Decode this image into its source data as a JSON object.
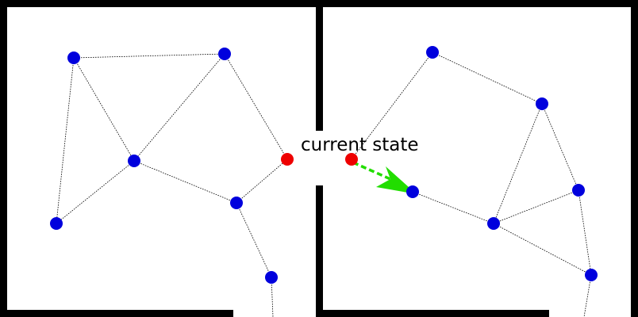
{
  "labels": {
    "current_state": "current state"
  },
  "colors": {
    "node": "#0000dd",
    "current_node": "#ee0000",
    "edge": "#000000",
    "wall": "#000000",
    "arrow": "#22dd00",
    "background": "#ffffff"
  },
  "graph": {
    "current_nodes": [
      "cl",
      "cr"
    ],
    "nodes": [
      {
        "id": "a",
        "kind": "normal"
      },
      {
        "id": "b",
        "kind": "normal"
      },
      {
        "id": "c",
        "kind": "normal"
      },
      {
        "id": "d",
        "kind": "normal"
      },
      {
        "id": "e",
        "kind": "normal"
      },
      {
        "id": "f",
        "kind": "normal"
      },
      {
        "id": "cl",
        "kind": "current"
      },
      {
        "id": "g",
        "kind": "normal"
      },
      {
        "id": "h",
        "kind": "normal"
      },
      {
        "id": "i",
        "kind": "normal"
      },
      {
        "id": "j",
        "kind": "normal"
      },
      {
        "id": "k",
        "kind": "normal"
      },
      {
        "id": "l",
        "kind": "normal"
      },
      {
        "id": "cr",
        "kind": "current"
      }
    ],
    "edges": [
      [
        "a",
        "b"
      ],
      [
        "a",
        "c"
      ],
      [
        "a",
        "d"
      ],
      [
        "b",
        "c"
      ],
      [
        "b",
        "cl"
      ],
      [
        "c",
        "e"
      ],
      [
        "c",
        "d"
      ],
      [
        "e",
        "cl"
      ],
      [
        "e",
        "f"
      ],
      [
        "f",
        "bottom"
      ],
      [
        "g",
        "cr"
      ],
      [
        "g",
        "h"
      ],
      [
        "h",
        "k"
      ],
      [
        "h",
        "i"
      ],
      [
        "i",
        "k"
      ],
      [
        "i",
        "l"
      ],
      [
        "k",
        "l"
      ],
      [
        "k",
        "j"
      ],
      [
        "l",
        "bottom"
      ]
    ],
    "action_arrow": {
      "from": "cr",
      "to": "j"
    }
  }
}
